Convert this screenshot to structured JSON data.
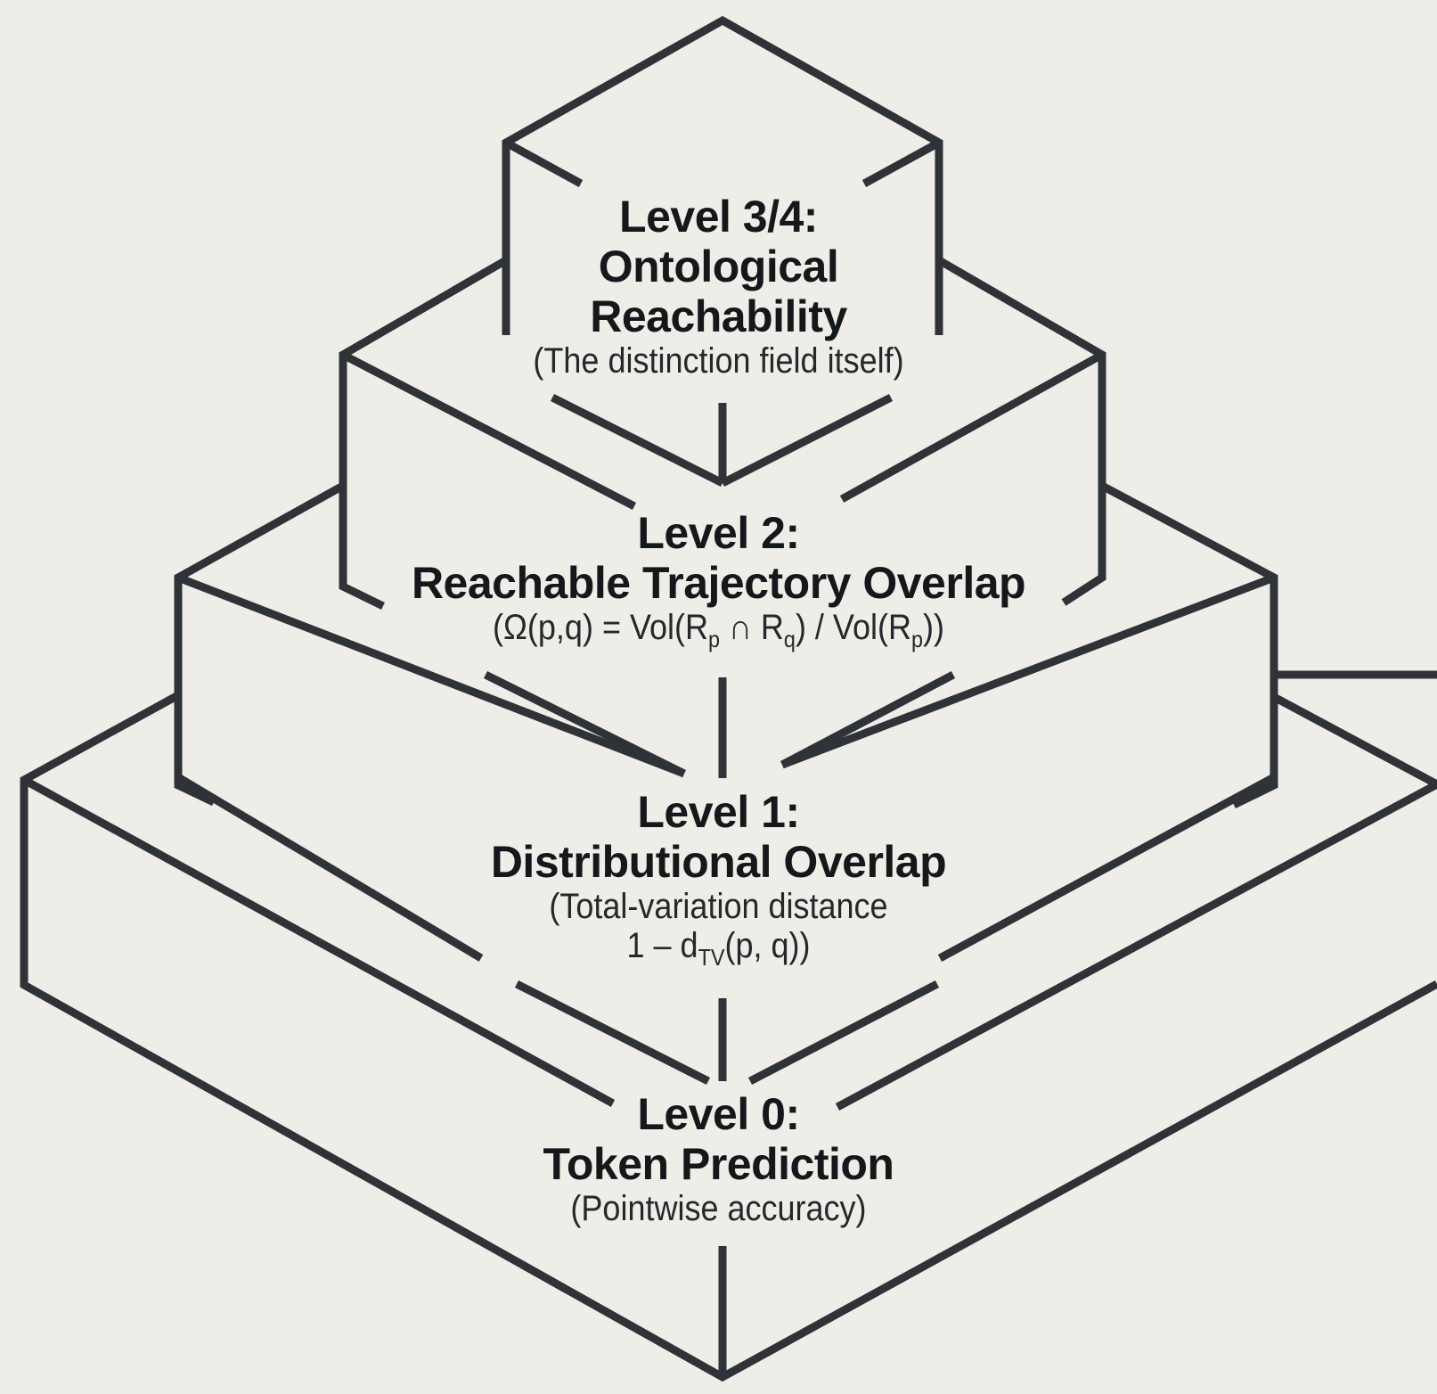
{
  "diagram": {
    "levels": [
      {
        "id": "level-3-4",
        "heading": "Level 3/4:",
        "name_lines": [
          "Ontological",
          "Reachability"
        ],
        "description": "(The distinction field itself)"
      },
      {
        "id": "level-2",
        "heading": "Level 2:",
        "name": "Reachable Trajectory Overlap",
        "formula": {
          "open": "(Ω(p,q) = Vol(R",
          "sub1": "p",
          "mid1": " ∩ R",
          "sub2": "q",
          "mid2": ") / Vol(R",
          "sub3": "p",
          "close": "))"
        }
      },
      {
        "id": "level-1",
        "heading": "Level 1:",
        "name": "Distributional Overlap",
        "description": "(Total-variation distance",
        "formula": {
          "prefix": "1 – d",
          "sub": "TV",
          "suffix": "(p, q))"
        }
      },
      {
        "id": "level-0",
        "heading": "Level 0:",
        "name": "Token Prediction",
        "description": "(Pointwise accuracy)"
      }
    ],
    "colors": {
      "background": "#eeede8",
      "line": "#2f3337",
      "text": "#15181b"
    }
  }
}
